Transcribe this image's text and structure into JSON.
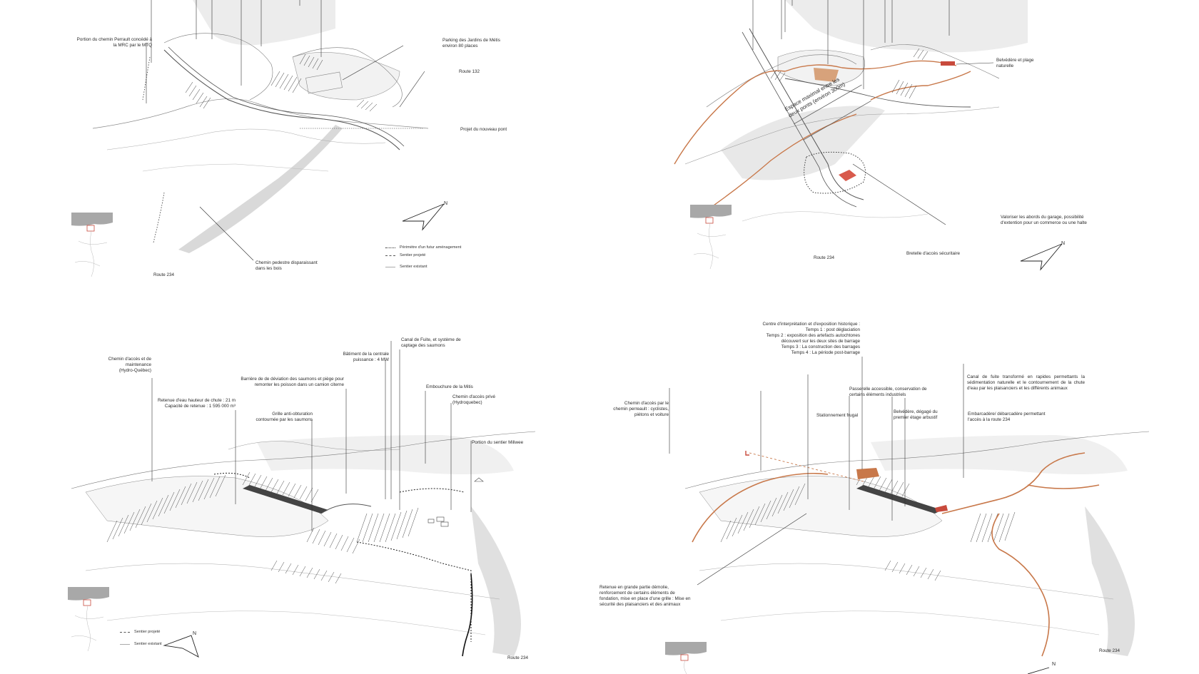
{
  "panels": {
    "tl": {
      "labels": {
        "perrault": "Portion du chemin Perrault concédé à\nla MRC par le MTQ",
        "parking": "Parking des Jardins de Métis\nenviron 80 places",
        "route132": "Route 132",
        "pont": "Projet du nouveau pont",
        "chemin_pedestre": "Chemin pedestre disparaissant\ndans les bois",
        "route234": "Route 234"
      },
      "legend": {
        "perimetre": "Périmètre d'un futur aménagement",
        "projete": "Sentier projeté",
        "existant": "Sentier existant"
      },
      "north": "N"
    },
    "tr": {
      "labels": {
        "belvedere": "Belvédère et plage\nnaturelle",
        "espace": "Espace maximal entre les\ndeux ponts (environ 300m)",
        "garage": "Valoriser les abords du garage, possibilité\nd'extention pour un commerce ou une halte",
        "route234": "Route 234",
        "bretelle": "Bretelle d'accès sécuritaire"
      },
      "north": "N"
    },
    "bl": {
      "labels": {
        "chemin_acces": "Chemin d'accès et de\nmaintenance\n(Hydro-Québec)",
        "batiment": "Bâtiment de la centrale\npuissance : 4 MW",
        "canal": "Canal de Fuite, et système de\ncaptage des saumons",
        "barriere": "Barrière de de déviation des saumons et piège pour\nremonter les poisson dans un camion citerne",
        "embouchure": "Embouchure de la Mitis",
        "retenue": "Retenue d'eau hauteur de chute : 21 m\nCapacité de retenue : 1 595 000 m³",
        "grille": "Grille anti-obturation\ncontournée par les saumons",
        "chemin_prive": "Chemin d'accès privé\n(Hydroquebec)",
        "sentier_miliwee": "Portion du sentier Miliwee",
        "route234": "Route 234"
      },
      "legend": {
        "projete": "Sentier projeté",
        "existant": "Sentier existant"
      },
      "north": "N"
    },
    "br": {
      "labels": {
        "centre": "Centre d'interprétation et d'exposition historique :\nTemps 1 : post déglaciation\nTemps 2 : exposition des artefacts autochtones\ndécouvert sur les deux sites de barrage\nTemps 3 : La construction des barrages\nTemps 4 : La période post-barrage",
        "passerelle": "Passerelle accessible, conservation de\ncertains éléments industriels",
        "canal": "Canal de fuite transformé en rapides permettants la sédimentation naturelle et le contournement de la chute d'eau par les plaisanciers et les différents animaux",
        "chemin_acces": "Chemin d'accès par le\nchemin perreault : cyclistes,\npiétons et voiture",
        "stationnement": "Stationnement frugal",
        "belvedere": "Belvédère, dégagé du\npremier étage arbustif",
        "embarcadere": "Embarcadère/ débarcadère permettant\nl'accès à la route 234",
        "retenue": "Retenue en grande partie démolie,\nrenforcement de certains éléments de\nfondation, mise en place d'une grille : Mise en\nsécurité des plaisanciers et des animaux",
        "route234": "Route 234"
      },
      "north": "N"
    }
  },
  "colors": {
    "ink": "#2b2b2b",
    "shade": "#e6e6e6",
    "orange": "#c8784a",
    "red": "#c84a3c"
  }
}
